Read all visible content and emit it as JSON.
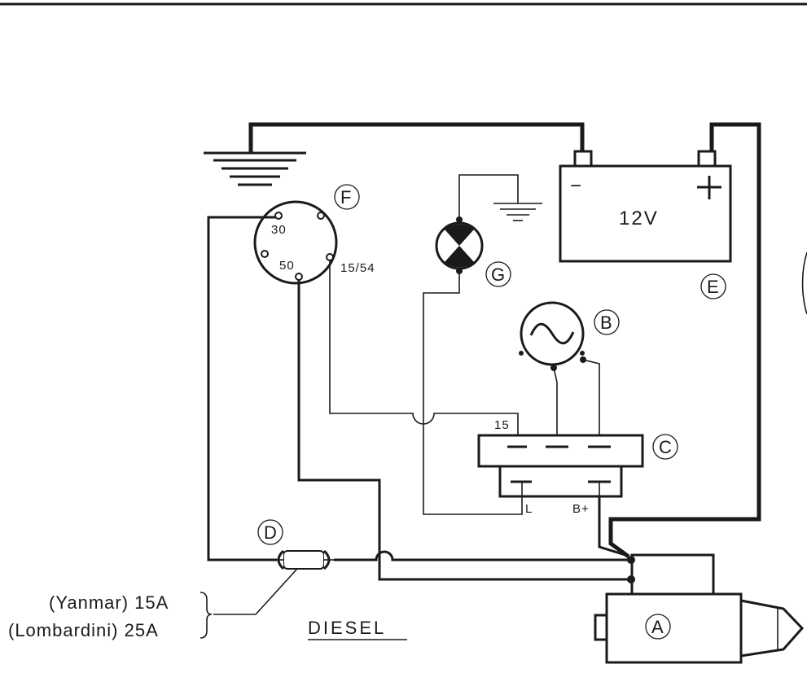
{
  "diagram": {
    "title": "DIESEL",
    "battery_voltage": "12V",
    "battery_minus": "−",
    "battery_plus": "+",
    "callouts": {
      "A": "A",
      "B": "B",
      "C": "C",
      "D": "D",
      "E": "E",
      "F": "F",
      "G": "G"
    },
    "ignition_terminals": {
      "t30": "30",
      "t50": "50",
      "t1554": "15/54"
    },
    "regulator_terminals": {
      "t15": "15",
      "tL": "L",
      "tBplus": "B+"
    },
    "fuse_ratings": [
      "(Yanmar) 15A",
      "(Lombardini) 25A"
    ]
  }
}
